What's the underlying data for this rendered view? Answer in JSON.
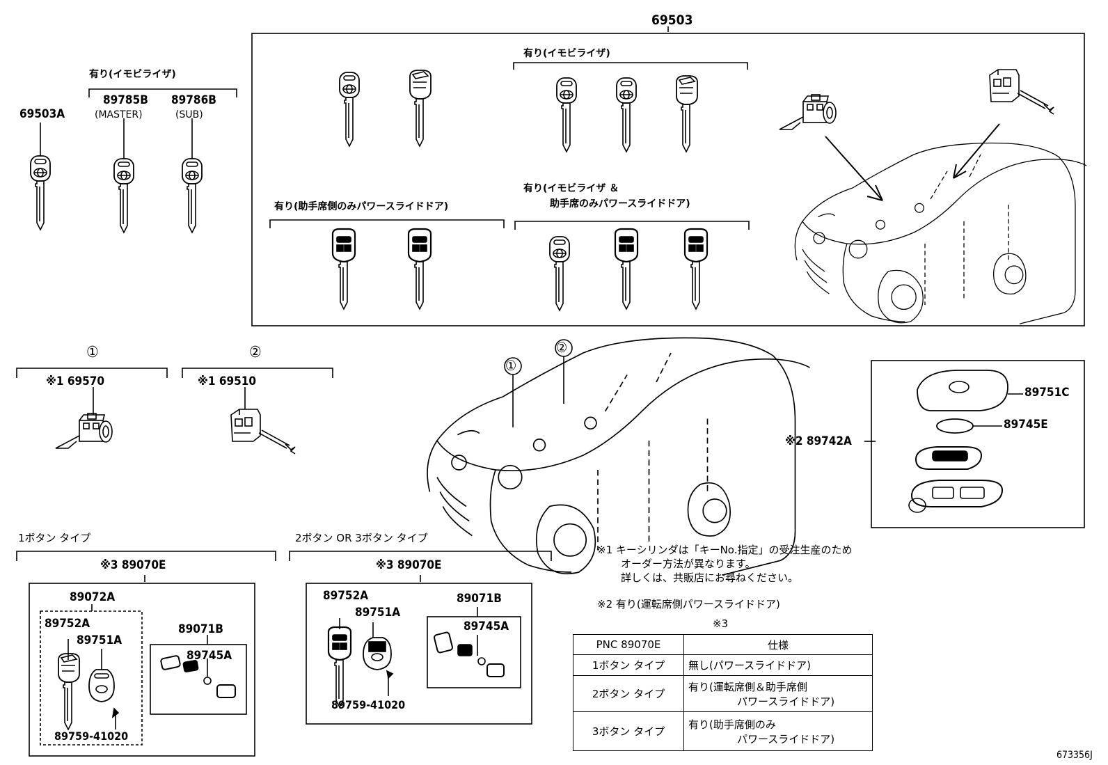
{
  "labels": {
    "top_group": "69503",
    "p69503A": "69503A",
    "p89785B": "89785B",
    "master": "(MASTER)",
    "p89786B": "89786B",
    "sub": "(SUB)",
    "immobi": "有り(イモビライザ)",
    "immobi2": "有り(イモビライザ)",
    "passenger_psd": "有り(助手席側のみパワースライドドア)",
    "immobi_psd_l1": "有り(イモビライザ ＆",
    "immobi_psd_l2": "助手席のみパワースライドドア)",
    "circle1": "①",
    "circle2": "②",
    "circle1b": "①",
    "circle2b": "②",
    "p69570": "※1 69570",
    "p69510": "※1 69510",
    "p89751C": "89751C",
    "p89745E": "89745E",
    "p89742A": "※2 89742A",
    "btn1_type": "1ボタン タイプ",
    "btn23_type": "2ボタン OR 3ボタン タイプ",
    "left_89070E": "※3 89070E",
    "mid_89070E": "※3 89070E",
    "l_89072A": "89072A",
    "l_89752A": "89752A",
    "l_89751A": "89751A",
    "l_89071B": "89071B",
    "l_89745A": "89745A",
    "l_89759": "89759-41020",
    "m_89752A": "89752A",
    "m_89751A": "89751A",
    "m_89071B": "89071B",
    "m_89745A": "89745A",
    "m_89759": "89759-41020",
    "diagram_id": "673356J"
  },
  "notes": {
    "n1_l1": "※1  キーシリンダは「キーNo.指定」の受注生産のため",
    "n1_l2": "オーダー方法が異なります。",
    "n1_l3": "詳しくは、共販店にお尋ねください。",
    "n2": "※2  有り(運転席側パワースライドドア)",
    "n3": "※3"
  },
  "table": {
    "head_pnc": "PNC 89070E",
    "head_spec": "仕様",
    "rows": [
      {
        "type": "1ボタン タイプ",
        "spec_l1": "無し(パワースライドドア)",
        "spec_l2": ""
      },
      {
        "type": "2ボタン タイプ",
        "spec_l1": "有り(運転席側＆助手席側",
        "spec_l2": "パワースライドドア)"
      },
      {
        "type": "3ボタン タイプ",
        "spec_l1": "有り(助手席側のみ",
        "spec_l2": "パワースライドドア)"
      }
    ]
  }
}
